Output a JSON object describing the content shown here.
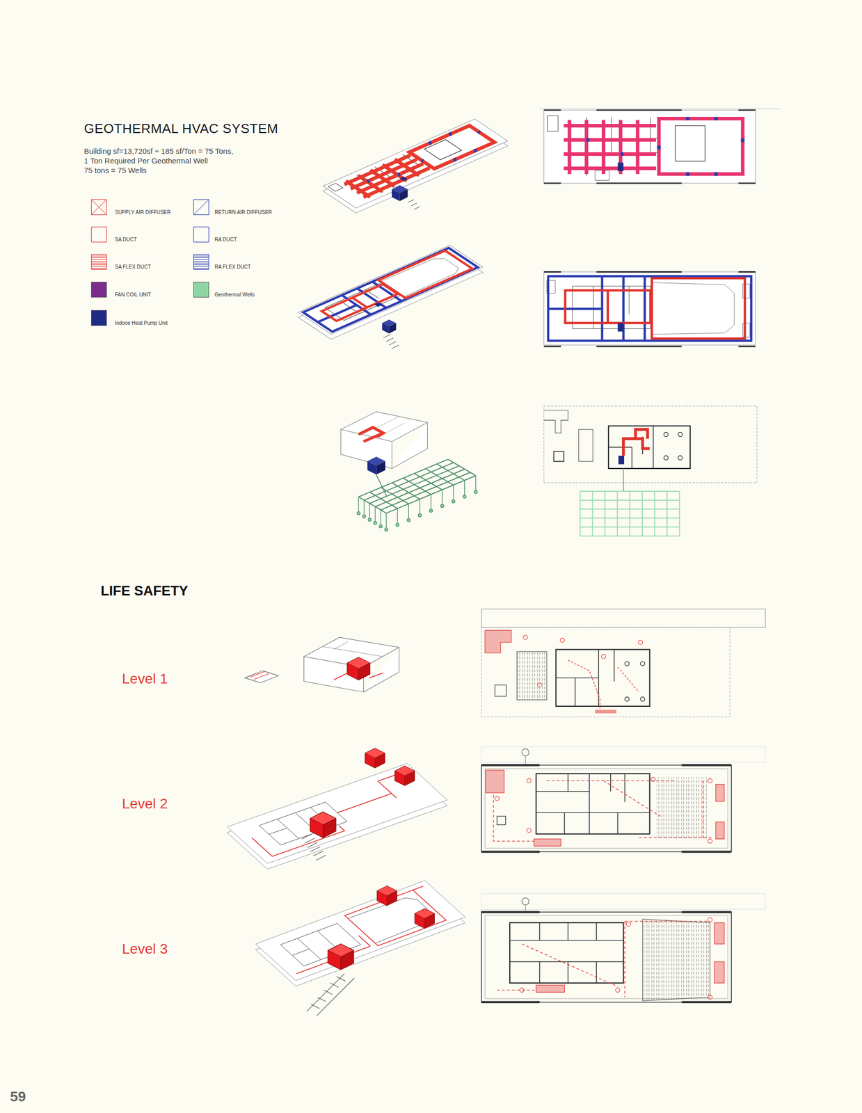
{
  "diagram": {
    "title": "GEOTHERMAL HVAC SYSTEM",
    "labels": [
      "Building sf=13,720sf ÷ 185 sf/Ton = 75 Tons,",
      "1 Ton Required Per Geothermal Well",
      "75 tons = 75 Wells",
      "LIFE SAFETY",
      "Level 1",
      "Level 2",
      "Level 3",
      "59"
    ],
    "legend": [
      {
        "text": "SUPPLY AIR DIFFUSER"
      },
      {
        "text": "RETURN AIR DIFFUSER"
      },
      {
        "text": "SA DUCT"
      },
      {
        "text": "RA DUCT"
      },
      {
        "text": "SA FLEX DUCT"
      },
      {
        "text": "RA FLEX DUCT"
      },
      {
        "text": "FAN COIL UNIT",
        "color": "#7b2d8e"
      },
      {
        "text": "Geothermal Wells",
        "color": "#8fd4a5"
      },
      {
        "text": "Indooe Heat Pump Unit",
        "color": "#1f2b85"
      }
    ]
  }
}
